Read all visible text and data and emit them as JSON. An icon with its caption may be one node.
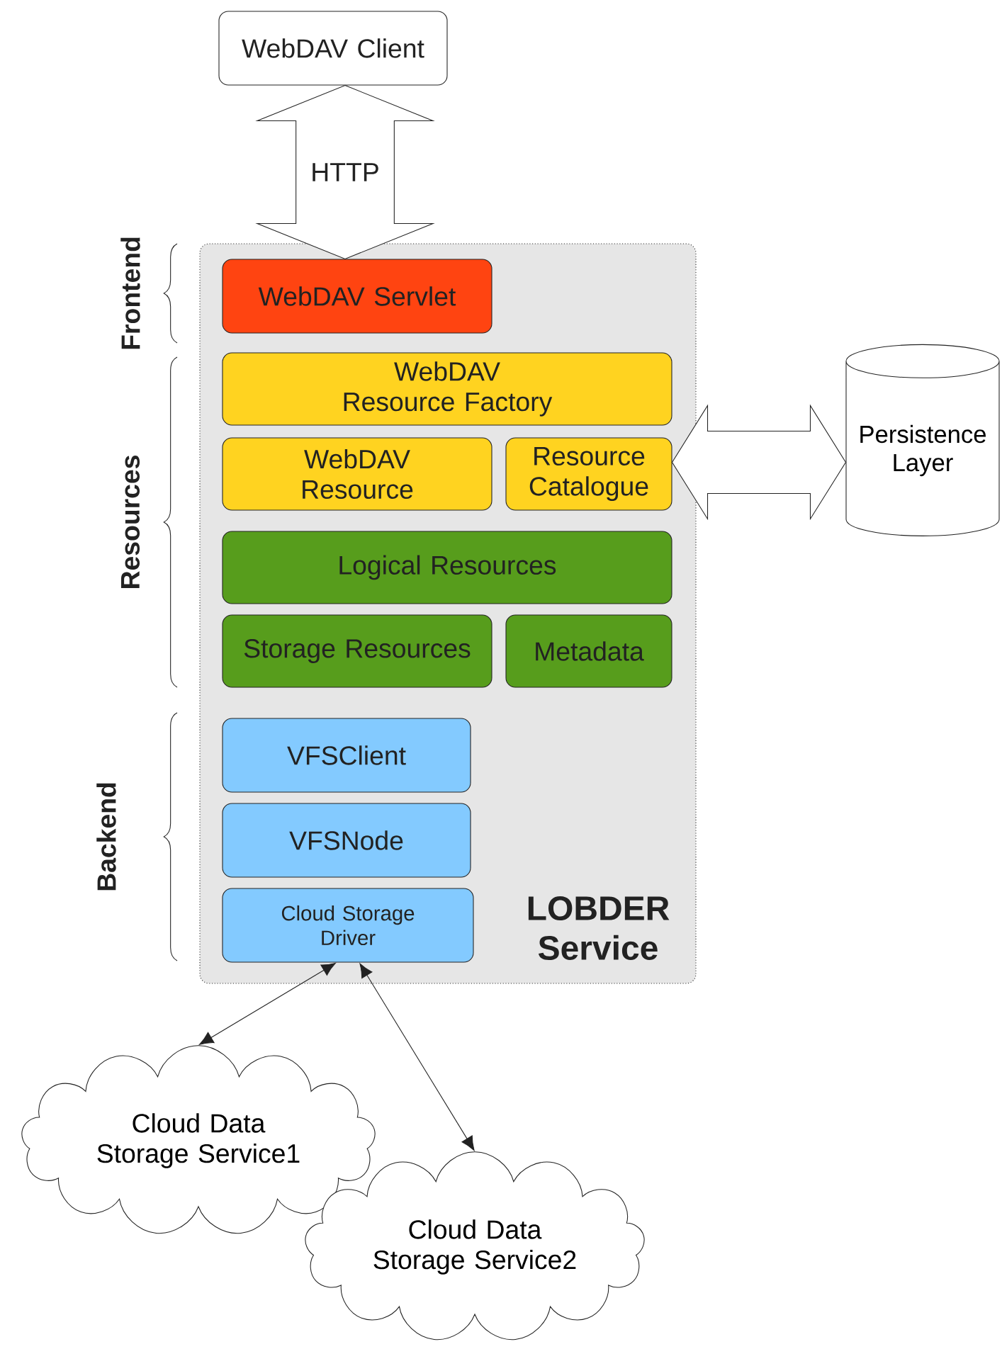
{
  "diagram": {
    "nodes": [
      {
        "text": [
          "WebDAV Client"
        ]
      },
      {
        "text": [
          "LOBDER Service"
        ]
      },
      {
        "text": [
          "WebDAV Servlet"
        ],
        "in": 1
      },
      {
        "text": [
          "WebDAV Resource Factory"
        ],
        "in": 1
      },
      {
        "text": [
          "WebDAV Resource"
        ],
        "in": 1
      },
      {
        "text": [
          "Resource Catalogue"
        ],
        "in": 1
      },
      {
        "text": [
          "Logical Resources"
        ],
        "in": 1
      },
      {
        "text": [
          "Storage Resources"
        ],
        "in": 1
      },
      {
        "text": [
          "Metadata"
        ],
        "in": 1
      },
      {
        "text": [
          "VFSClient"
        ],
        "in": 1
      },
      {
        "text": [
          "VFSNode"
        ],
        "in": 1
      },
      {
        "text": [
          "Cloud Storage Driver"
        ],
        "in": 1
      },
      {
        "text": [
          "Persistence Layer"
        ]
      },
      {
        "text": [
          "Cloud Data Storage Service1"
        ]
      },
      {
        "text": [
          "Cloud Data Storage Service2"
        ]
      }
    ],
    "edges": [
      {
        "from": 0,
        "to": 2,
        "arrow": "both",
        "label": "HTTP",
        "style": "thick"
      },
      {
        "from": 5,
        "to": 12,
        "arrow": "both",
        "style": "thick"
      },
      {
        "from": 11,
        "to": 13,
        "arrow": "both"
      },
      {
        "from": 11,
        "to": 14,
        "arrow": "both"
      }
    ],
    "labels": [
      "Frontend",
      "Resources",
      "Backend"
    ]
  }
}
